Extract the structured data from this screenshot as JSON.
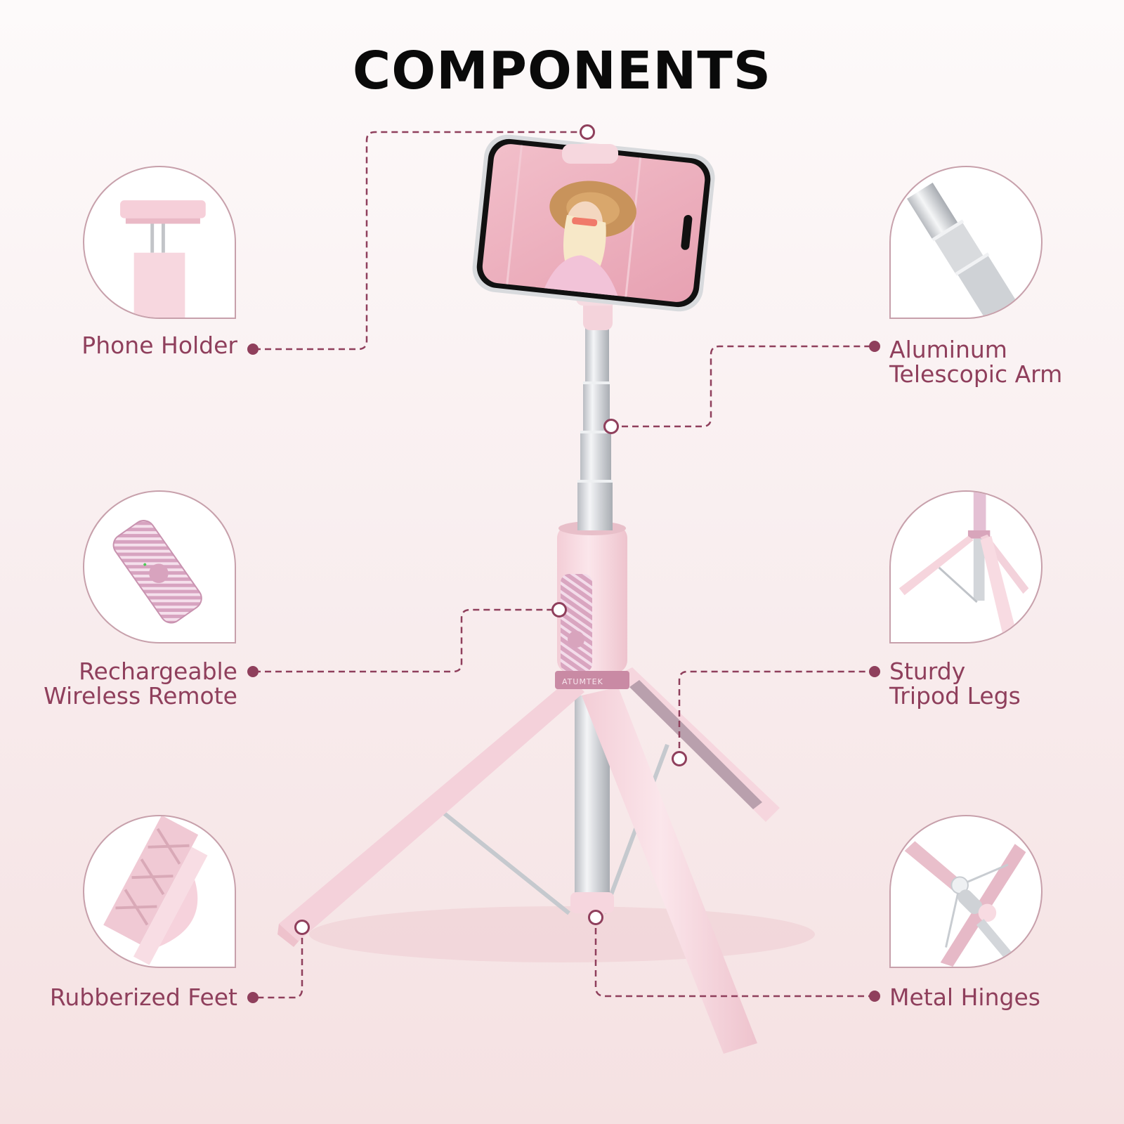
{
  "title": "COMPONENTS",
  "brand": "ATUMTEK",
  "colors": {
    "accent": "#8f3f5c",
    "card_border": "#c7a0ab",
    "product_pink": "#f6d4dc",
    "background_top": "#fdfafa",
    "background_bottom": "#f5e1e2"
  },
  "components": [
    {
      "id": "phone-holder",
      "side": "left",
      "lines": [
        "Phone Holder"
      ],
      "icon": "phone-holder-icon"
    },
    {
      "id": "aluminum-arm",
      "side": "right",
      "lines": [
        "Aluminum",
        "Telescopic Arm"
      ],
      "icon": "telescopic-arm-icon"
    },
    {
      "id": "remote",
      "side": "left",
      "lines": [
        "Rechargeable",
        "Wireless Remote"
      ],
      "icon": "wireless-remote-icon"
    },
    {
      "id": "tripod-legs",
      "side": "right",
      "lines": [
        "Sturdy",
        "Tripod Legs"
      ],
      "icon": "tripod-legs-icon"
    },
    {
      "id": "rubber-feet",
      "side": "left",
      "lines": [
        "Rubberized Feet"
      ],
      "icon": "rubber-foot-icon"
    },
    {
      "id": "metal-hinges",
      "side": "right",
      "lines": [
        "Metal Hinges"
      ],
      "icon": "metal-hinge-icon"
    }
  ]
}
